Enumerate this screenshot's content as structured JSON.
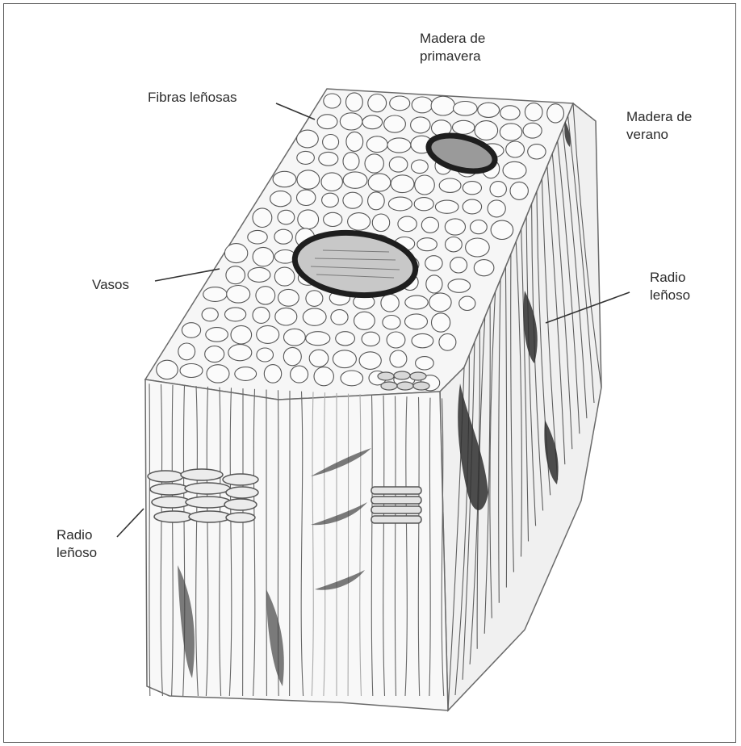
{
  "labels": {
    "spring_wood": [
      "Madera de",
      "primavera"
    ],
    "wood_fibers": "Fibras leñosas",
    "summer_wood": [
      "Madera de",
      "verano"
    ],
    "vessels": "Vasos",
    "ray_right": [
      "Radio",
      "leñoso"
    ],
    "ray_left": [
      "Radio",
      "leñoso"
    ]
  },
  "colors": {
    "stroke": "#555555",
    "dark": "#2a2a2a",
    "shade": "#8a8a8a",
    "frame": "#5a5a5a"
  }
}
